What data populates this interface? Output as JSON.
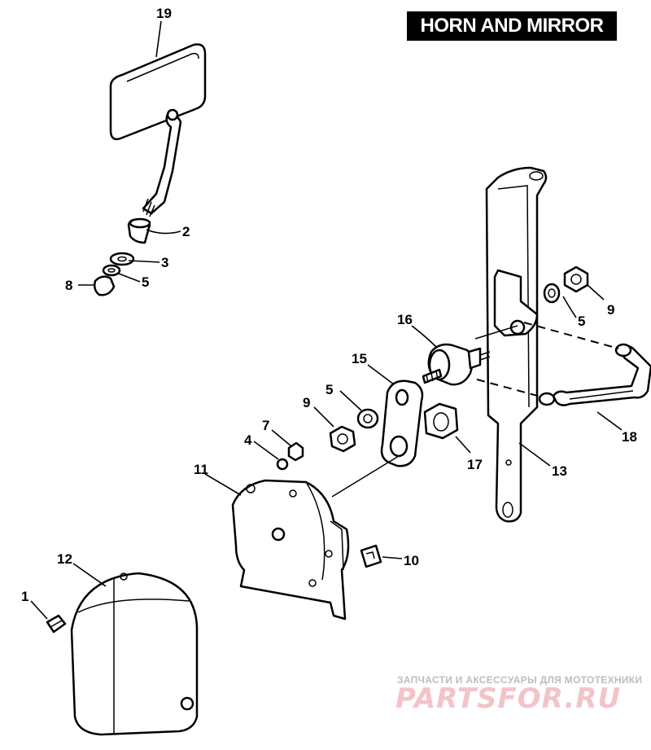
{
  "title": "HORN AND MIRROR",
  "callouts": {
    "c1": "1",
    "c2": "2",
    "c3": "3",
    "c4": "4",
    "c5a": "5",
    "c5b": "5",
    "c5c": "5",
    "c7": "7",
    "c8": "8",
    "c9a": "9",
    "c9b": "9",
    "c10": "10",
    "c11": "11",
    "c12": "12",
    "c13": "13",
    "c15": "15",
    "c16": "16",
    "c17": "17",
    "c18": "18",
    "c19": "19"
  },
  "watermark": {
    "subtitle": "ЗАПЧАСТИ И АКСЕССУАРЫ ДЛЯ МОТОТЕХНИКИ",
    "logo": "PARTSFOR.RU"
  }
}
